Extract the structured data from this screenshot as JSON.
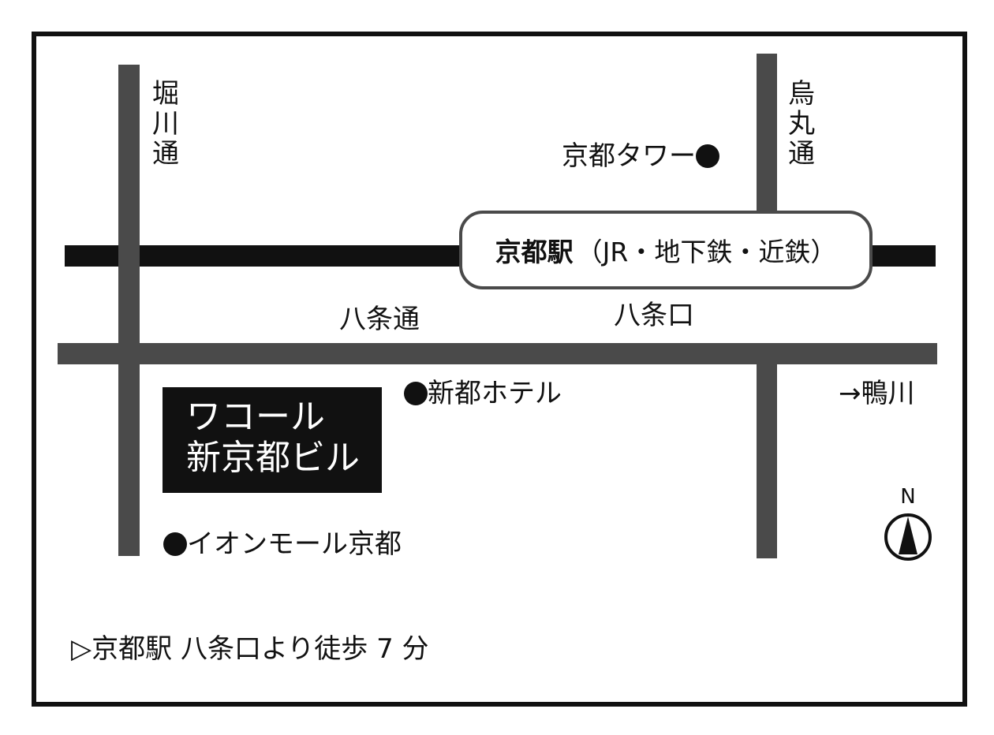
{
  "map": {
    "roads": {
      "horikawa": [
        "堀",
        "川",
        "通"
      ],
      "karasuma": [
        "烏",
        "丸",
        "通"
      ],
      "hachijo_dori": "八条通",
      "kamogawa": "→鴨川"
    },
    "station": {
      "name": "京都駅",
      "lines": "（JR・地下鉄・近鉄）",
      "exit": "八条口"
    },
    "landmarks": {
      "kyoto_tower": "京都タワー",
      "shin_miyako_hotel": "新都ホテル",
      "aeon_mall": "イオンモール京都"
    },
    "building": {
      "line1": "ワコール",
      "line2": "新京都ビル"
    },
    "compass": {
      "label": "N"
    },
    "access_note": "▷京都駅 八条口より徒歩 7 分"
  }
}
